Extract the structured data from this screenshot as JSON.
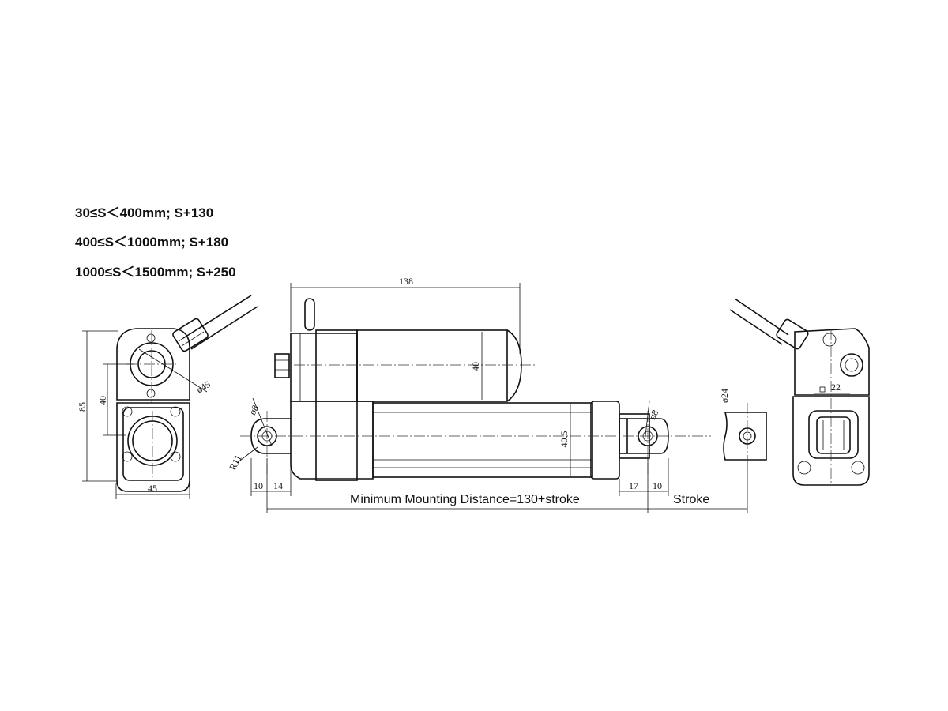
{
  "stroke_notes": [
    "30≤S＜400mm; S+130",
    "400≤S＜1000mm; S+180",
    "1000≤S＜1500mm; S+250"
  ],
  "left_view": {
    "dim_height": "85",
    "dim_inner": "40",
    "dim_width": "45",
    "dim_diameter": "ø45"
  },
  "side_view": {
    "dim_length": "138",
    "dim_motor": "40",
    "dim_tube": "40.5",
    "dim_hole_rear": "ø8",
    "dim_hole_front": "ø8",
    "dim_radius": "R11",
    "dim_rear_a": "10",
    "dim_rear_b": "14",
    "dim_front_a": "17",
    "dim_front_b": "10"
  },
  "rod_end_view": {
    "dim_diameter": "ø24"
  },
  "right_view": {
    "dim_width": "22"
  },
  "captions": {
    "mounting": "Minimum Mounting Distance=130+stroke",
    "stroke": "Stroke"
  }
}
